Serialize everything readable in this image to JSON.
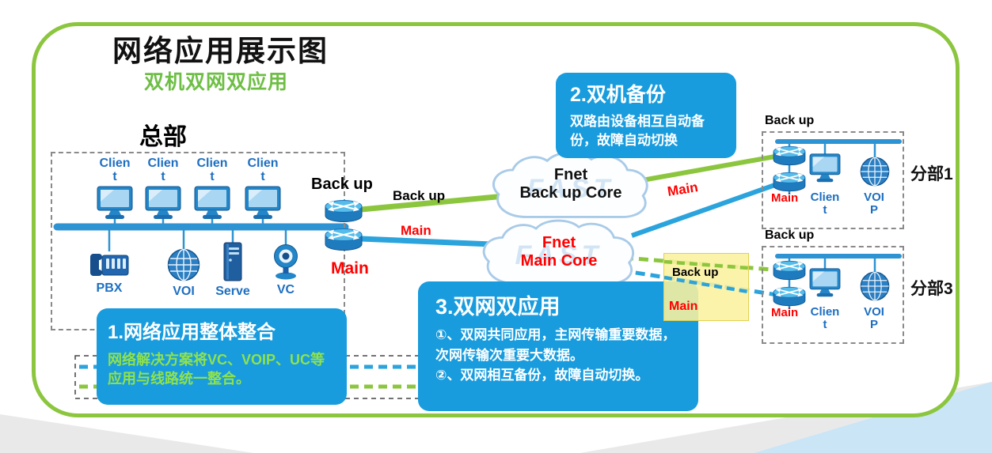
{
  "colors": {
    "frame-green": "#8CC63F",
    "subtitle-green": "#6EBE45",
    "callout-blue": "#189CDE",
    "body-green": "#8FE24C",
    "line-green": "#8CC63E",
    "line-blue": "#2BA3DC",
    "bus-blue": "#2E93D3",
    "red": "#FF0000",
    "label-blue": "#1D6FC1",
    "cloud-stroke": "#A9CBE8",
    "highlight-yellow": "#FBF09E"
  },
  "header": {
    "title": "网络应用展示图",
    "subtitle": "双机双网双应用"
  },
  "hq": {
    "title": "总部",
    "client_l1": "Clien",
    "client_l2": "t",
    "pbx": "PBX",
    "voip": "VOI",
    "server": "Serve",
    "vc": "VC",
    "router_backup": "Back up",
    "router_main": "Main"
  },
  "links": {
    "backup": "Back up",
    "main": "Main"
  },
  "clouds": {
    "backup": {
      "l1": "Fnet",
      "l2": "Back up Core",
      "watermark": "FAST"
    },
    "main": {
      "l1": "Fnet",
      "l2": "Main Core",
      "watermark": "FAST"
    }
  },
  "branch1": {
    "name": "分部1",
    "backup": "Back up",
    "main": "Main",
    "client_l1": "Clien",
    "client_l2": "t",
    "voip_l1": "VOI",
    "voip_l2": "P"
  },
  "branch3": {
    "name": "分部3",
    "backup": "Back up",
    "main": "Main",
    "client_l1": "Clien",
    "client_l2": "t",
    "voip_l1": "VOI",
    "voip_l2": "P"
  },
  "highlight": {
    "backup": "Back up",
    "main": "Main"
  },
  "callouts": {
    "c1": {
      "title": "1.网络应用整体整合",
      "body": "网络解决方案将VC、VOIP、UC等应用与线路统一整合。"
    },
    "c2": {
      "title": "2.双机备份",
      "body": "双路由设备相互自动备份，故障自动切换"
    },
    "c3": {
      "title": "3.双网双应用",
      "body1": "①、双网共同应用，主网传输重要数据，次网传输次重要大数据。",
      "body2": "②、双网相互备份，故障自动切换。"
    }
  }
}
